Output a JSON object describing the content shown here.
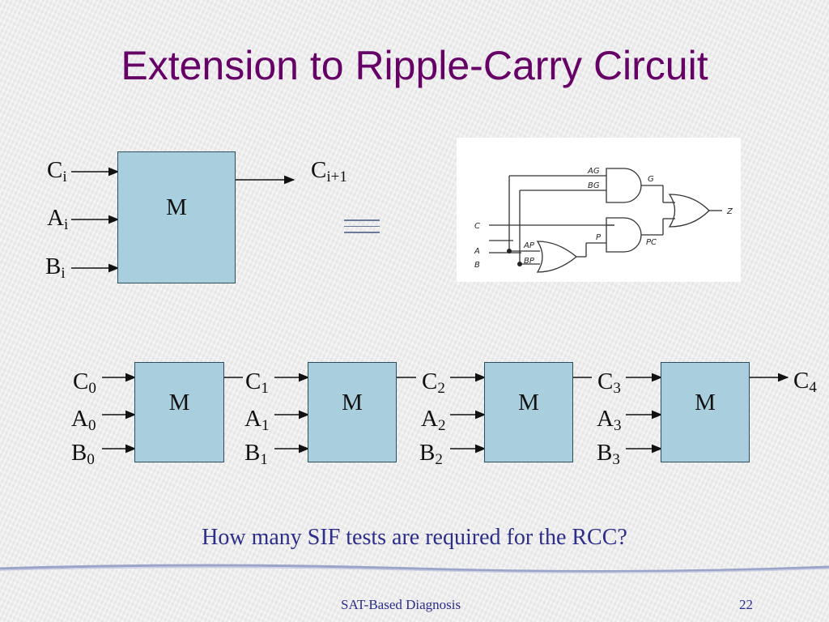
{
  "slide": {
    "title": "Extension to Ripple-Carry Circuit",
    "question": "How many SIF tests are required for the RCC?",
    "footer_left": "SAT-Based Diagnosis",
    "footer_right": "22"
  },
  "single_cell": {
    "module_label": "M",
    "inputs": [
      {
        "base": "C",
        "sub": "i"
      },
      {
        "base": "A",
        "sub": "i"
      },
      {
        "base": "B",
        "sub": "i"
      }
    ],
    "output": {
      "base": "C",
      "sub": "i+1"
    },
    "equivalence_symbol": "≡"
  },
  "gate_circuit": {
    "inputs": [
      "C",
      "A",
      "B"
    ],
    "output": "Z",
    "gates": [
      {
        "type": "AND",
        "inputs": [
          "AG",
          "BG"
        ],
        "output": "G"
      },
      {
        "type": "OR",
        "inputs": [
          "AP",
          "BP"
        ],
        "output": "P"
      },
      {
        "type": "AND",
        "inputs": [
          "C",
          "P"
        ],
        "output": "PC"
      },
      {
        "type": "OR",
        "inputs": [
          "G",
          "PC"
        ],
        "output": "Z"
      }
    ],
    "labels": [
      "AG",
      "BG",
      "G",
      "Z",
      "C",
      "P",
      "PC",
      "A",
      "AP",
      "B",
      "BP"
    ]
  },
  "chain": {
    "module_label": "M",
    "stages": [
      {
        "c": "C",
        "c_sub": "0",
        "a": "A",
        "a_sub": "0",
        "b": "B",
        "b_sub": "0"
      },
      {
        "c": "C",
        "c_sub": "1",
        "a": "A",
        "a_sub": "1",
        "b": "B",
        "b_sub": "1"
      },
      {
        "c": "C",
        "c_sub": "2",
        "a": "A",
        "a_sub": "2",
        "b": "B",
        "b_sub": "2"
      },
      {
        "c": "C",
        "c_sub": "3",
        "a": "A",
        "a_sub": "3",
        "b": "B",
        "b_sub": "3"
      }
    ],
    "final_output": {
      "base": "C",
      "sub": "4"
    }
  }
}
